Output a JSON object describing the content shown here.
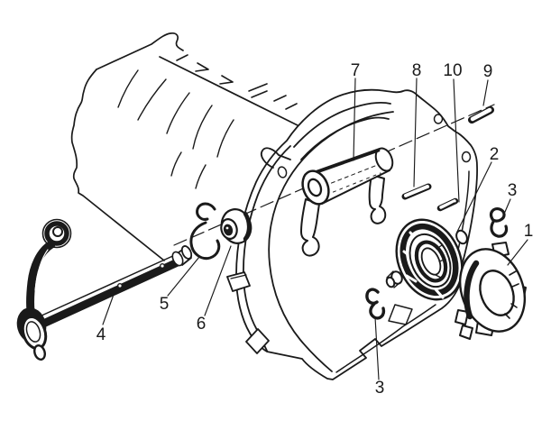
{
  "figure": {
    "colors": {
      "background": "#ffffff",
      "ink": "#1a1a1a"
    },
    "callouts": [
      {
        "label": "7"
      },
      {
        "label": "8"
      },
      {
        "label": "10"
      },
      {
        "label": "9"
      },
      {
        "label": "2"
      },
      {
        "label": "3"
      },
      {
        "label": "1"
      },
      {
        "label": "4"
      },
      {
        "label": "5"
      },
      {
        "label": "6"
      },
      {
        "label": "3"
      }
    ]
  }
}
